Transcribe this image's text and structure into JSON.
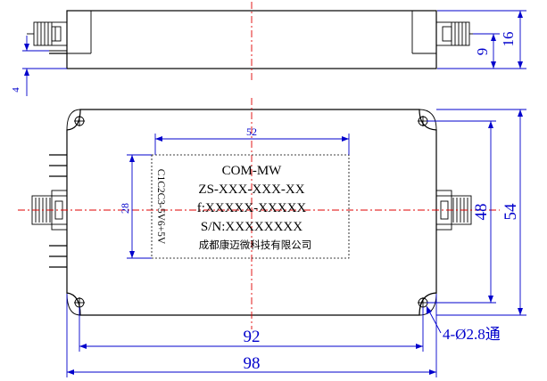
{
  "dimensions": {
    "top_height": "16",
    "connector_center_height": "9",
    "flange_offset": "4",
    "label_width": "52",
    "label_height": "28",
    "hole_spacing_vertical": "48",
    "overall_height": "54",
    "hole_spacing_horizontal": "92",
    "overall_width": "98",
    "hole_callout": "4-Ø2.8通"
  },
  "label": {
    "line1": "COM-MW",
    "line2": "ZS-XXX-XXX-XX",
    "line3": "f:XXXXX-XXXXX",
    "line4": "S/N:XXXXXXXX",
    "company": "成都康迈微科技有限公司",
    "pins": "C1C2C3-5V6+5V"
  },
  "colors": {
    "outline": "#000000",
    "dimension": "#0000cc",
    "centerline": "#e00000"
  }
}
